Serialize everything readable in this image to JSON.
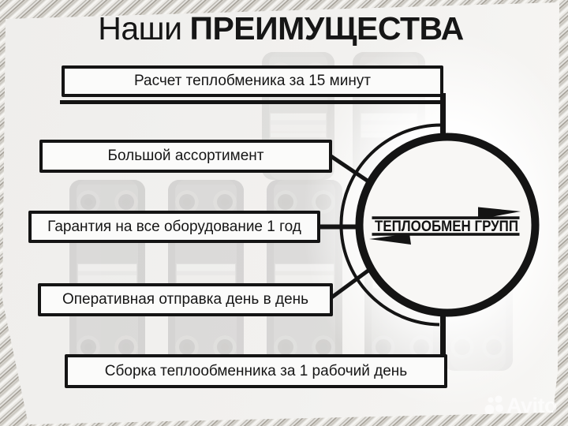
{
  "title": {
    "normal": "Наши",
    "bold": "ПРЕИМУЩЕСТВА"
  },
  "advantages": [
    "Расчет теплобменика за 15 минут",
    "Большой ассортимент",
    "Гарантия на все оборудование 1 год",
    "Оперативная отправка день в день",
    "Сборка теплообменника за 1 рабочий день"
  ],
  "logo": {
    "name": "ТЕПЛООБМЕН ГРУПП"
  },
  "watermark": {
    "brand": "Avito"
  },
  "icons": {
    "logo_arrow_top": "arrow-right",
    "logo_arrow_bottom": "arrow-left",
    "watermark_logo": "avito-four-dots"
  },
  "colors": {
    "ink": "#141414",
    "card_bg": "#f1f0ed",
    "circle_fill": "#f8f7f5",
    "stripe_light": "#f3f2ef",
    "stripe_dark": "#98938a"
  }
}
